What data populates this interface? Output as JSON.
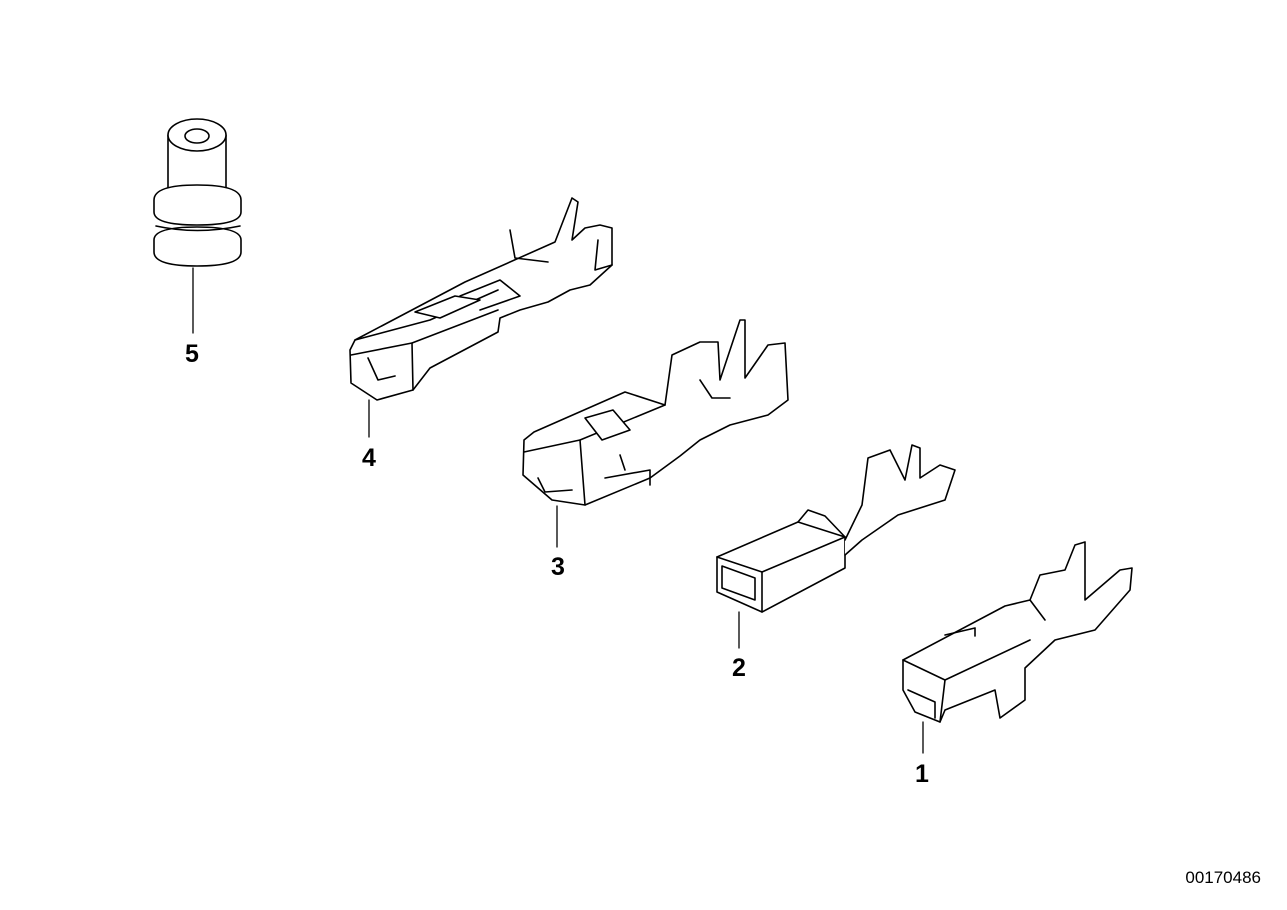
{
  "diagram": {
    "parts": [
      {
        "callout": "1"
      },
      {
        "callout": "2"
      },
      {
        "callout": "3"
      },
      {
        "callout": "4"
      },
      {
        "callout": "5"
      }
    ],
    "reference_code": "00170486"
  }
}
